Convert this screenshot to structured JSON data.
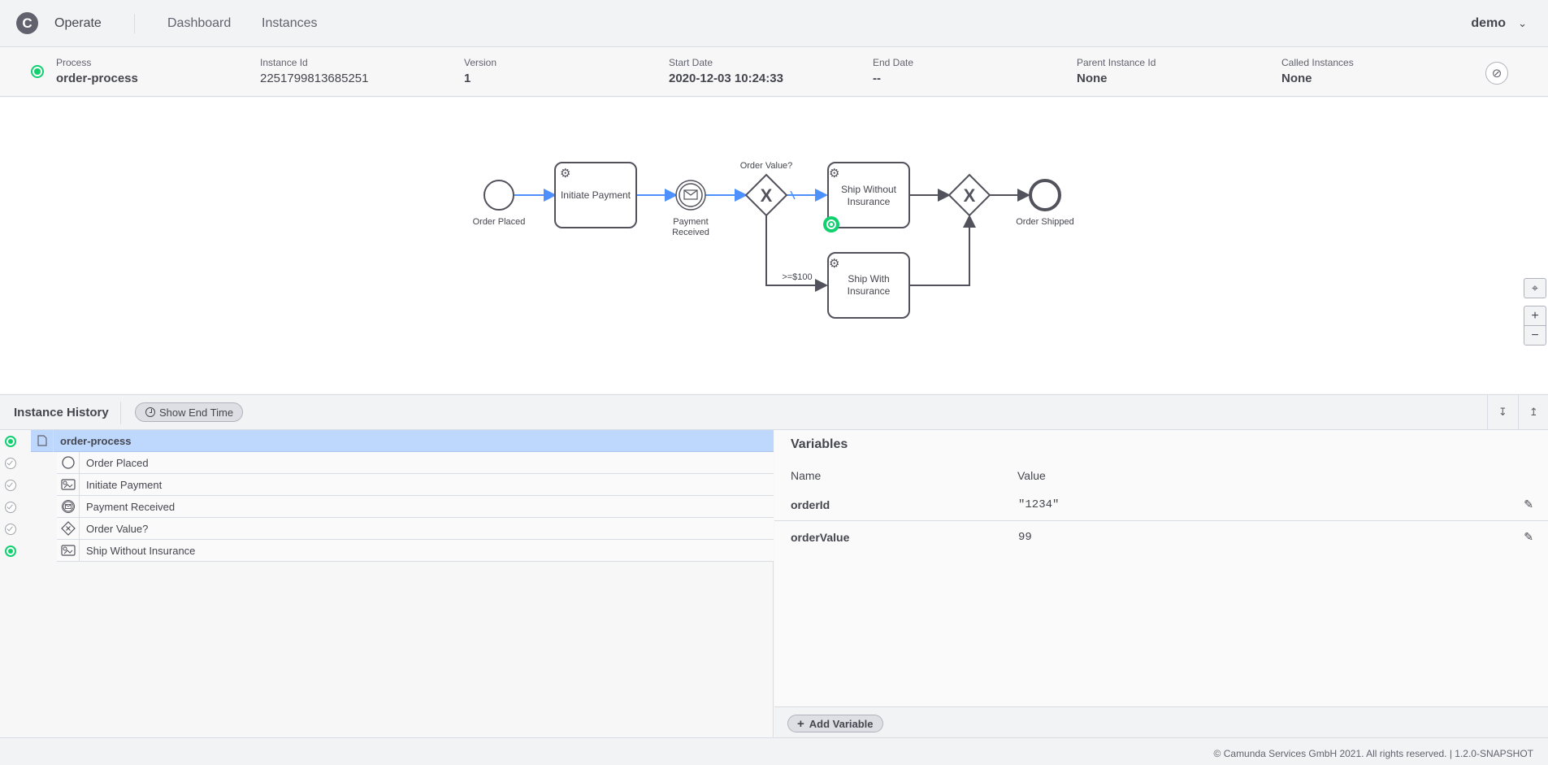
{
  "header": {
    "logo_letter": "C",
    "brand": "Operate",
    "nav": [
      "Dashboard",
      "Instances"
    ],
    "user": "demo"
  },
  "instance": {
    "process_label": "Process",
    "process_value": "order-process",
    "id_label": "Instance Id",
    "id_value": "2251799813685251",
    "version_label": "Version",
    "version_value": "1",
    "start_label": "Start Date",
    "start_value": "2020-12-03 10:24:33",
    "end_label": "End Date",
    "end_value": "--",
    "parent_label": "Parent Instance Id",
    "parent_value": "None",
    "called_label": "Called Instances",
    "called_value": "None",
    "state": "active"
  },
  "diagram": {
    "start_event": "Order Placed",
    "task1": "Initiate Payment",
    "message_event": [
      "Payment",
      "Received"
    ],
    "gateway1": "Order Value?",
    "task2": [
      "Ship Without",
      "Insurance"
    ],
    "task3": [
      "Ship With",
      "Insurance"
    ],
    "condition": ">=$100",
    "end_event": "Order Shipped",
    "zoom_in": "+",
    "zoom_out": "−"
  },
  "history": {
    "title": "Instance History",
    "show_end_time": "Show End Time",
    "rows": [
      {
        "label": "order-process",
        "state": "active",
        "icon": "document-icon"
      },
      {
        "label": "Order Placed",
        "state": "done",
        "icon": "start-event-icon"
      },
      {
        "label": "Initiate Payment",
        "state": "done",
        "icon": "service-task-icon"
      },
      {
        "label": "Payment Received",
        "state": "done",
        "icon": "message-event-icon"
      },
      {
        "label": "Order Value?",
        "state": "done",
        "icon": "gateway-icon"
      },
      {
        "label": "Ship Without Insurance",
        "state": "active",
        "icon": "service-task-icon"
      }
    ]
  },
  "variables": {
    "title": "Variables",
    "col_name": "Name",
    "col_value": "Value",
    "rows": [
      {
        "name": "orderId",
        "value": "\"1234\""
      },
      {
        "name": "orderValue",
        "value": "99"
      }
    ],
    "add_label": "Add Variable"
  },
  "footer": "© Camunda Services GmbH 2021. All rights reserved. | 1.2.0-SNAPSHOT"
}
